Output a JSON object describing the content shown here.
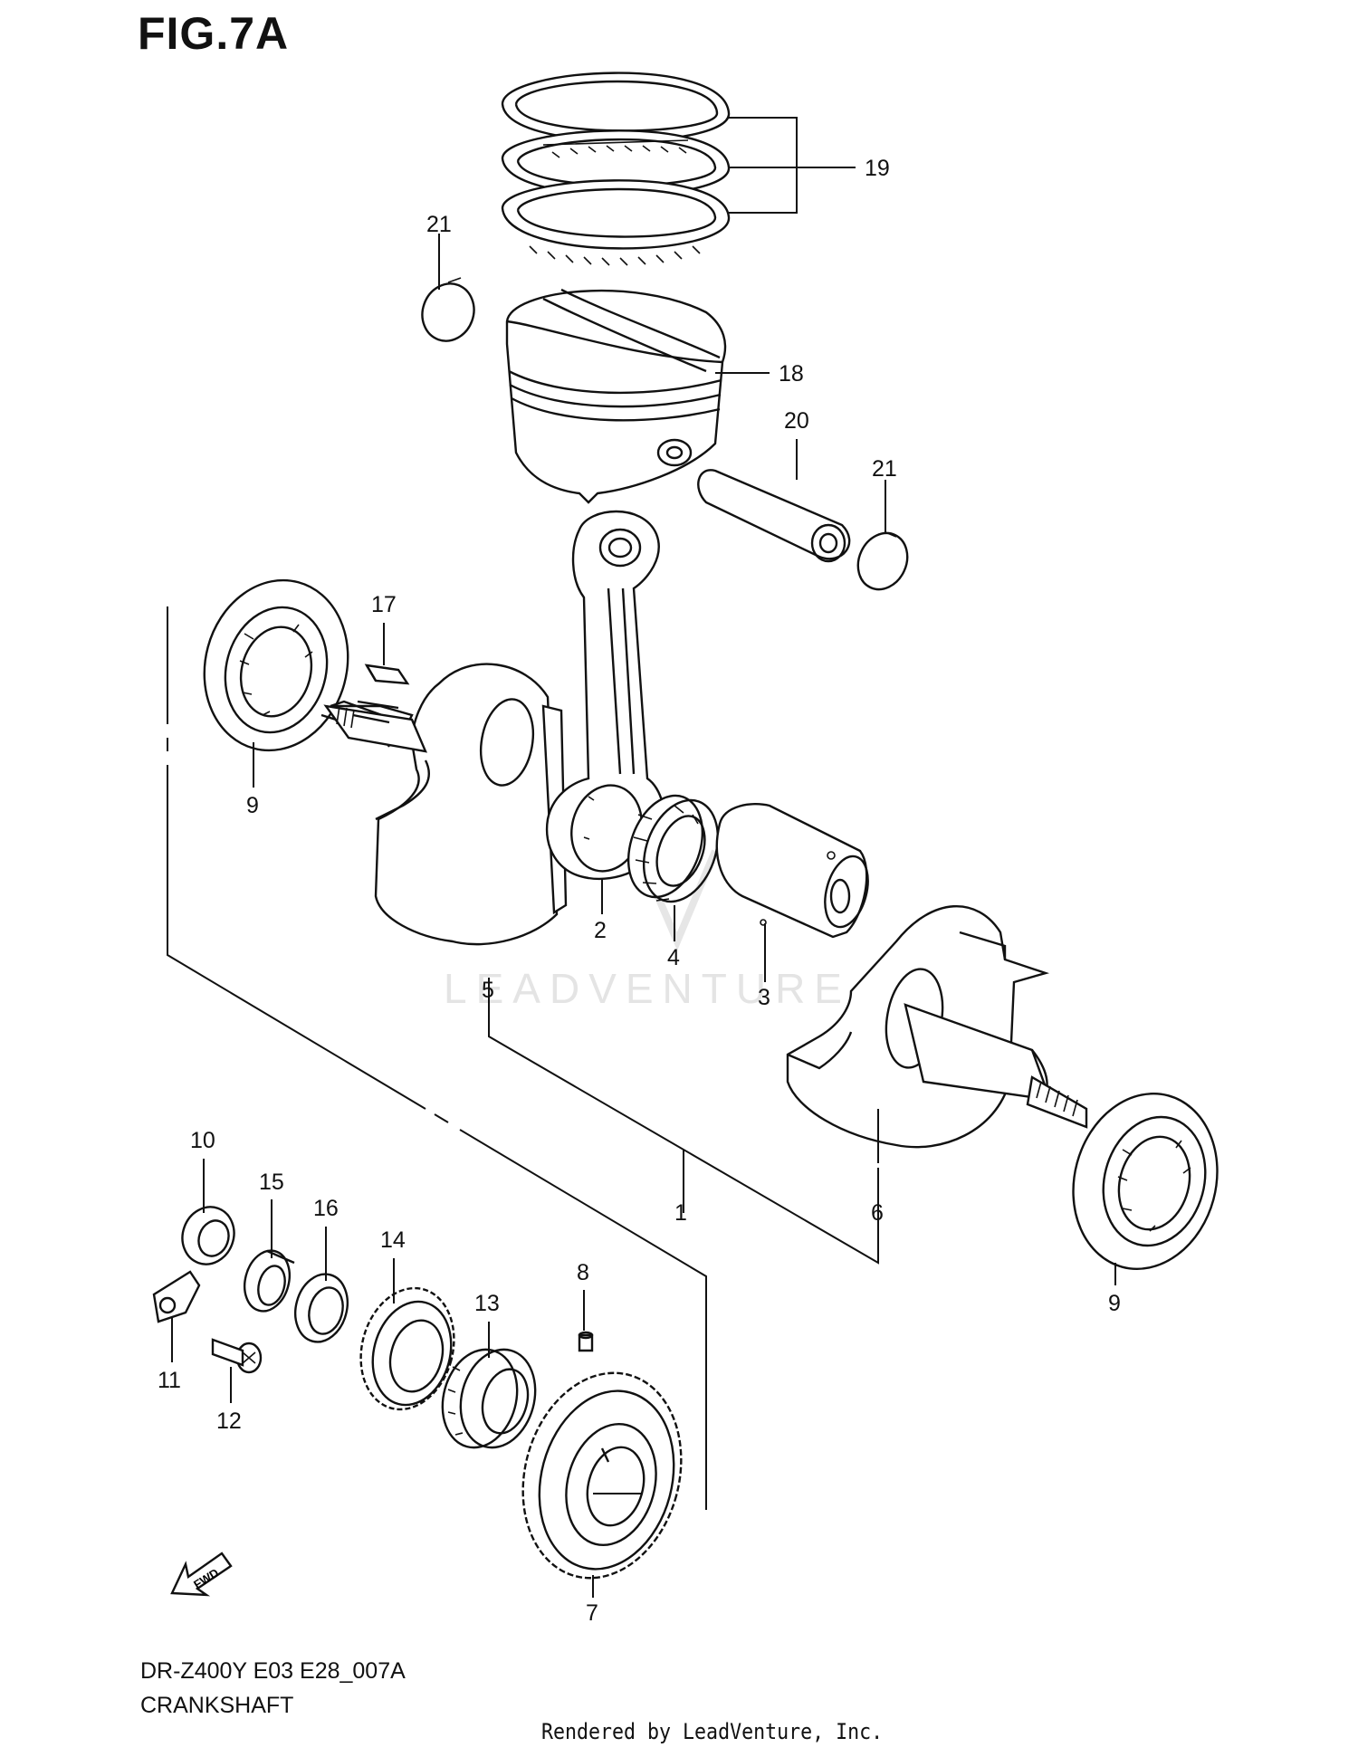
{
  "figure": {
    "title": "FIG.7A"
  },
  "footer": {
    "model_code": "DR-Z400Y E03 E28_007A",
    "assembly_name": "CRANKSHAFT",
    "rendered_by": "Rendered by LeadVenture, Inc."
  },
  "watermark": "LEADVENTURE",
  "fwd_marker": "FWD",
  "callouts": [
    {
      "num": "1"
    },
    {
      "num": "2"
    },
    {
      "num": "3"
    },
    {
      "num": "4"
    },
    {
      "num": "5"
    },
    {
      "num": "6"
    },
    {
      "num": "7"
    },
    {
      "num": "8"
    },
    {
      "num": "9"
    },
    {
      "num": "9"
    },
    {
      "num": "10"
    },
    {
      "num": "11"
    },
    {
      "num": "12"
    },
    {
      "num": "13"
    },
    {
      "num": "14"
    },
    {
      "num": "15"
    },
    {
      "num": "16"
    },
    {
      "num": "17"
    },
    {
      "num": "18"
    },
    {
      "num": "19"
    },
    {
      "num": "20"
    },
    {
      "num": "21"
    },
    {
      "num": "21"
    }
  ]
}
